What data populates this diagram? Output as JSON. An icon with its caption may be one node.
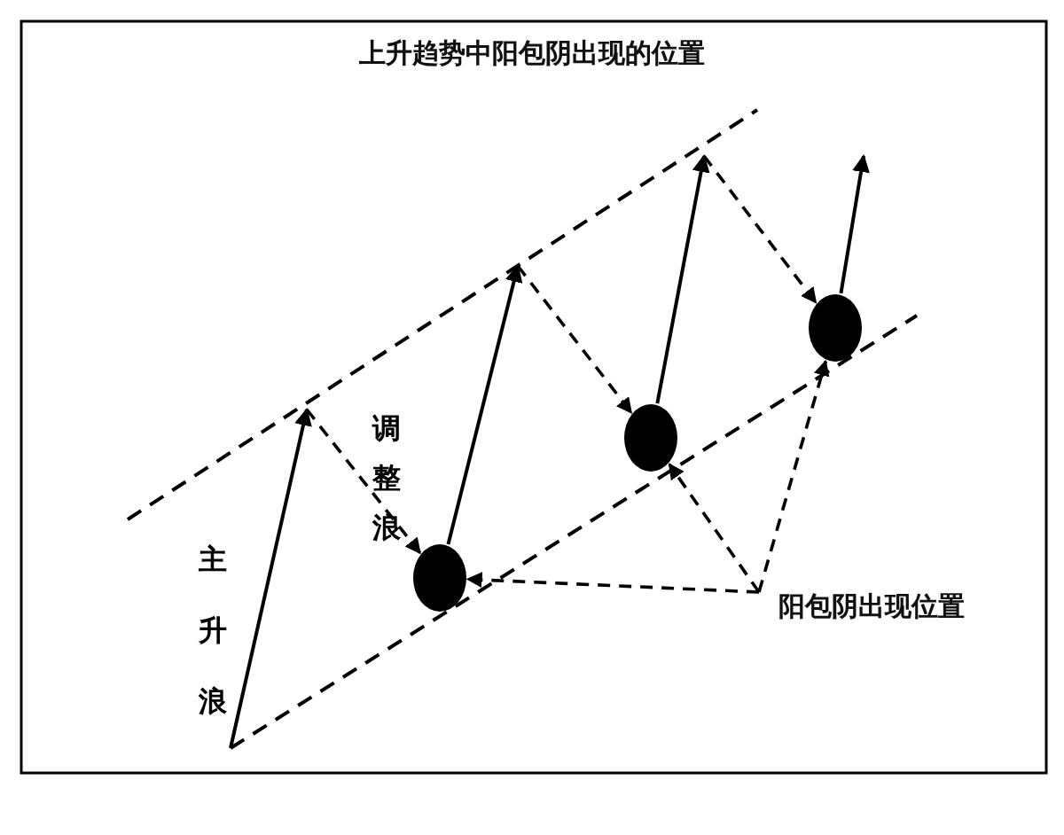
{
  "diagram": {
    "title": "上升趋势中阳包阴出现的位置",
    "nodes": [
      {
        "text": [],
        "shape": "circle"
      },
      {
        "text": [],
        "shape": "circle"
      },
      {
        "text": [],
        "shape": "circle"
      },
      {
        "text": [
          "阳包阴出现位置"
        ]
      }
    ],
    "edges": [
      {
        "from": null,
        "to": 0,
        "arrow": "to",
        "style": "dashed"
      },
      {
        "from": 0,
        "to": null,
        "arrow": "to"
      },
      {
        "from": null,
        "to": 1,
        "arrow": "to",
        "style": "dashed"
      },
      {
        "from": 1,
        "to": null,
        "arrow": "to"
      },
      {
        "from": null,
        "to": 2,
        "arrow": "to",
        "style": "dashed"
      },
      {
        "from": 2,
        "to": null,
        "arrow": "to"
      },
      {
        "from": 3,
        "to": 0,
        "arrow": "to",
        "style": "dashed"
      },
      {
        "from": 3,
        "to": 1,
        "arrow": "to",
        "style": "dashed"
      },
      {
        "from": 3,
        "to": 2,
        "arrow": "to",
        "style": "dashed"
      }
    ],
    "labels": [
      "主升浪",
      "调整浪"
    ]
  }
}
